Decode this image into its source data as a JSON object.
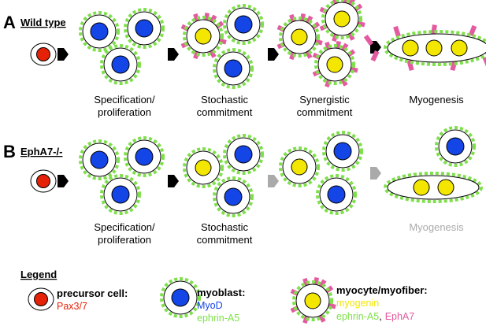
{
  "panel_a": {
    "letter": "A",
    "title": "Wild type",
    "stages": {
      "spec_line1": "Specification/",
      "spec_line2": "proliferation",
      "stoch_line1": "Stochastic",
      "stoch_line2": "commitment",
      "syn_line1": "Synergistic",
      "syn_line2": "commitment",
      "myo": "Myogenesis"
    }
  },
  "panel_b": {
    "letter": "B",
    "title": "EphA7-/-",
    "stages": {
      "spec_line1": "Specification/",
      "spec_line2": "proliferation",
      "stoch_line1": "Stochastic",
      "stoch_line2": "commitment",
      "myo": "Myogenesis"
    }
  },
  "legend": {
    "title": "Legend",
    "precursor_title": "precursor cell:",
    "precursor_marker": "Pax3/7",
    "myoblast_title": "myoblast:",
    "myoblast_marker1": "MyoD",
    "myoblast_marker2": "ephrin-A5",
    "myocyte_title": "myocyte/myofiber:",
    "myocyte_marker1": "myogenin",
    "myocyte_marker2": "ephrin-A5",
    "myocyte_sep": ",",
    "myocyte_marker3": "EphA7"
  },
  "colors": {
    "pax": "#e52207",
    "myod": "#1445e6",
    "myogenin": "#f3e600",
    "ephrin": "#7ee04a",
    "epha7": "#e45aa0",
    "muted": "#aaaaaa"
  }
}
